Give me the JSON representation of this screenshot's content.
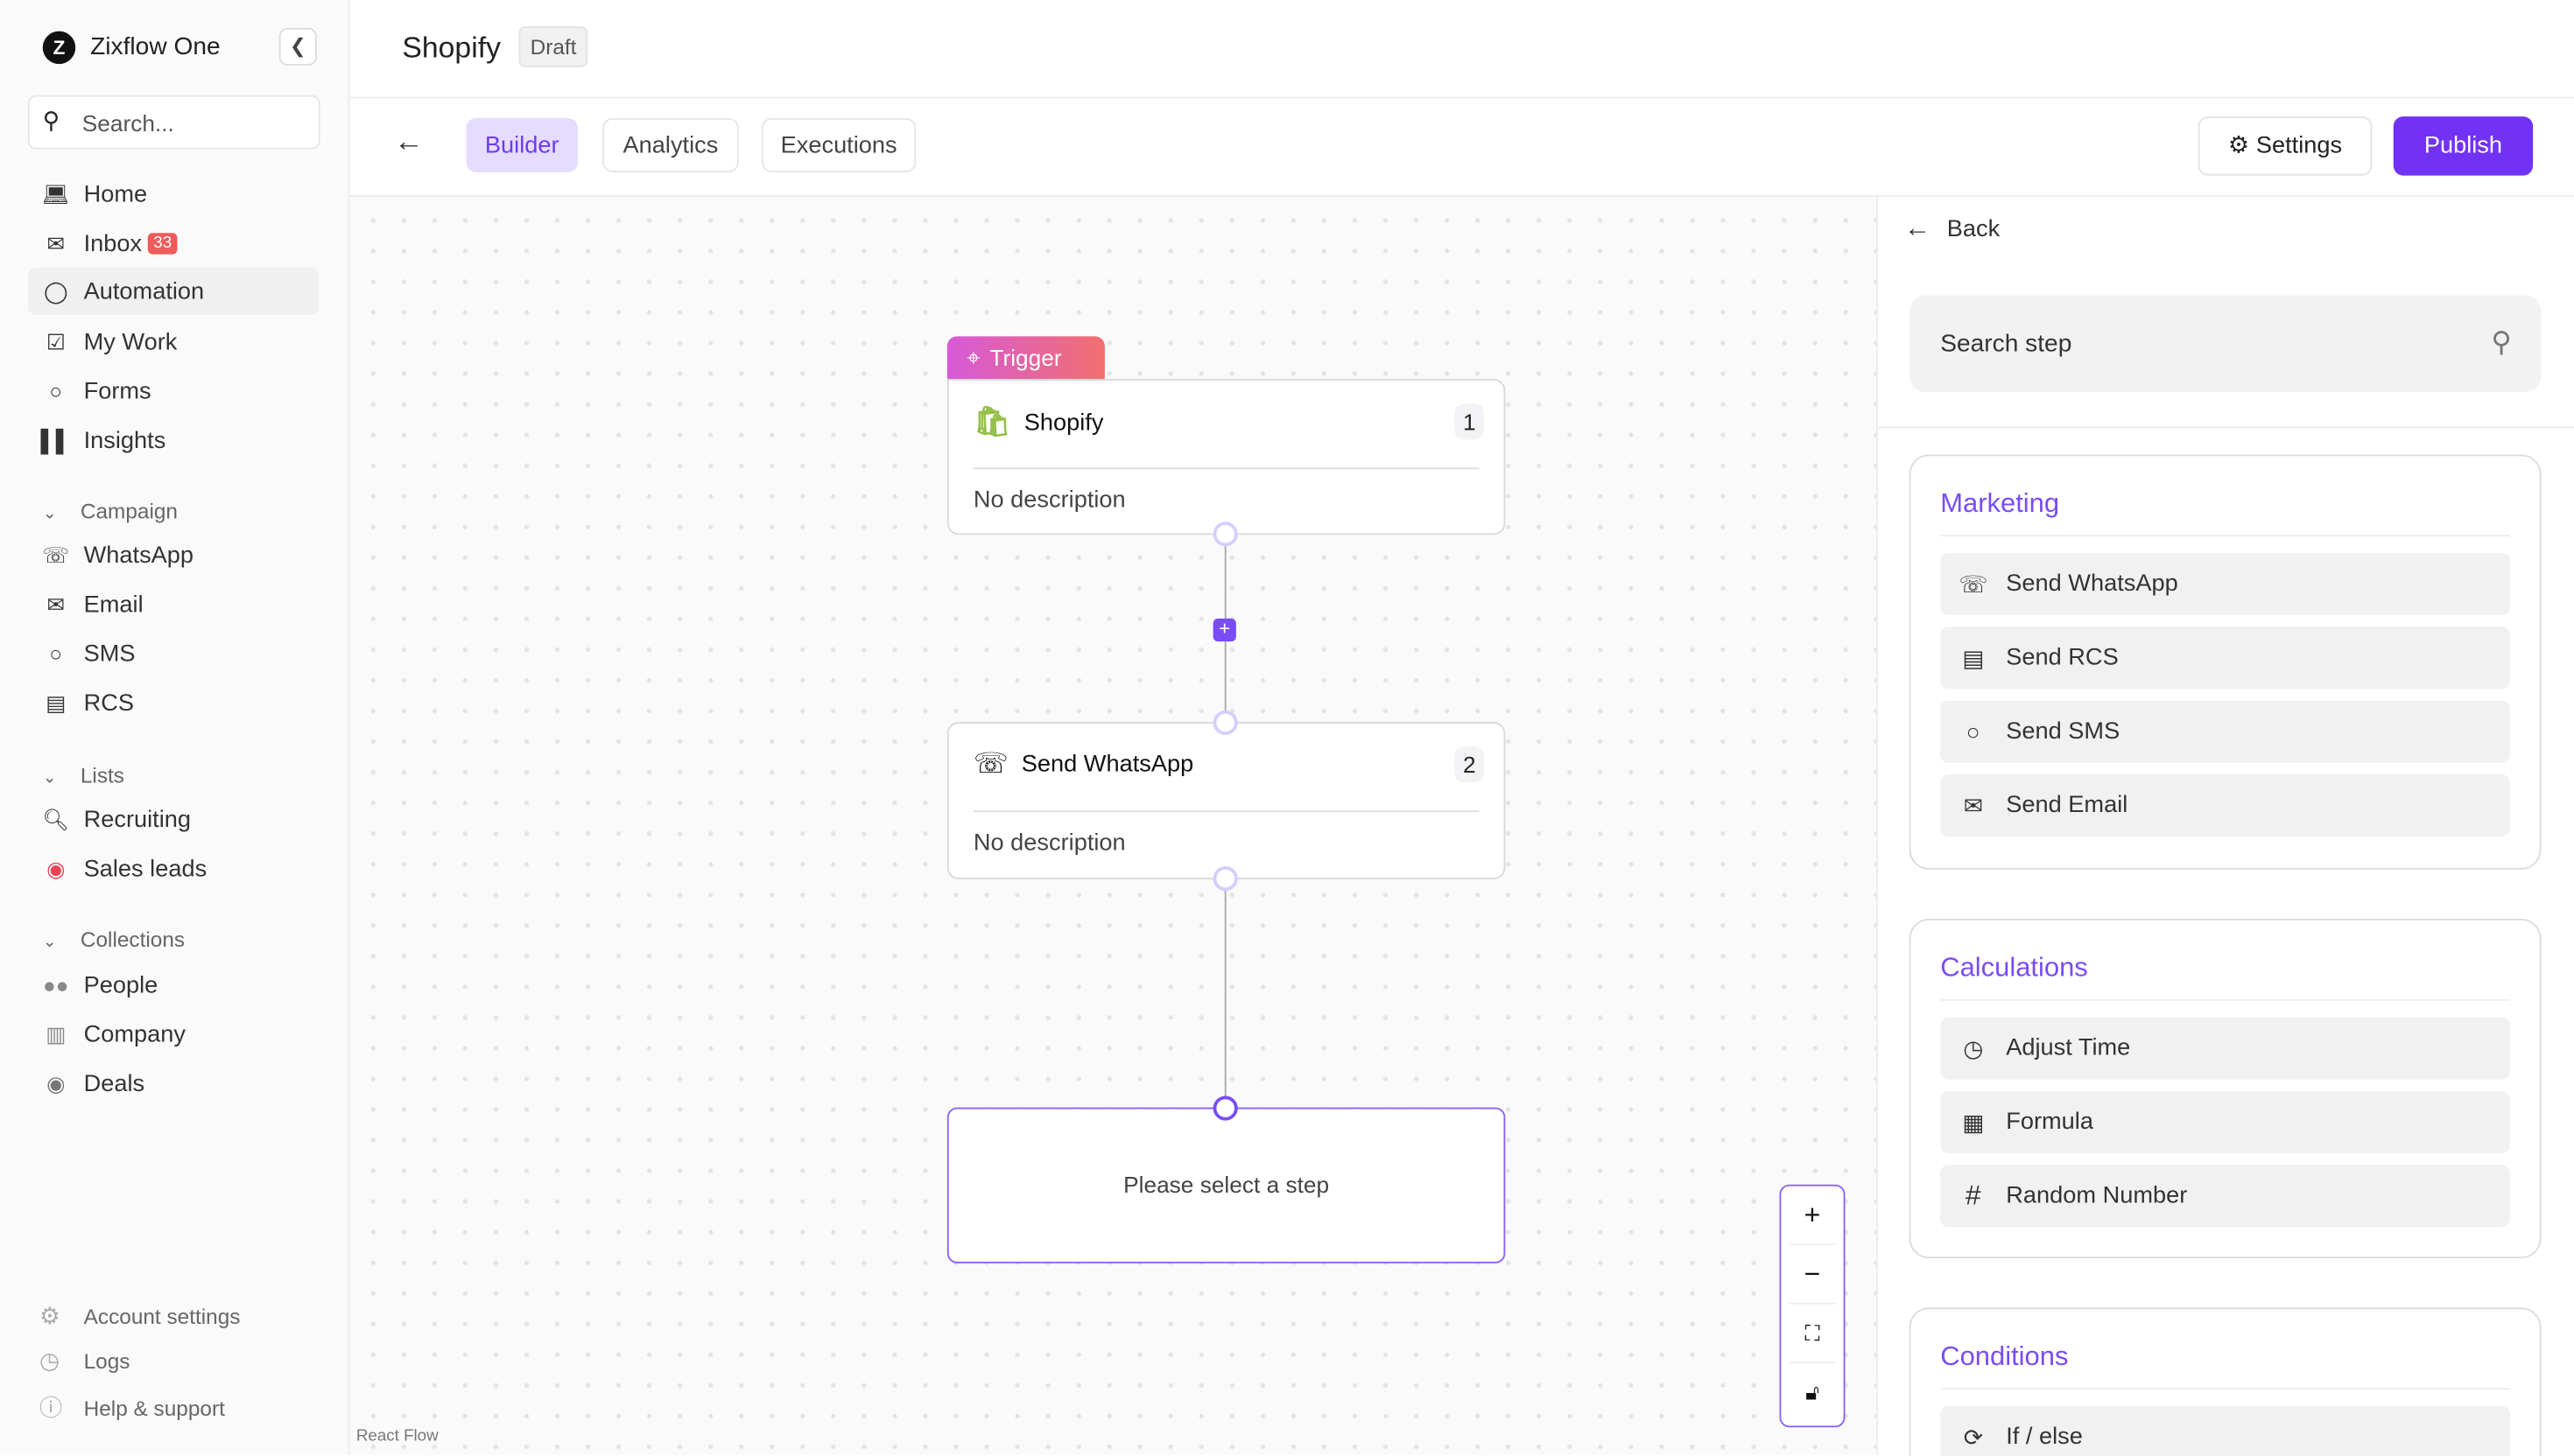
{
  "app": {
    "name": "Zixflow One",
    "logo_letter": "Z"
  },
  "sidebar": {
    "search_placeholder": "Search...",
    "main": [
      {
        "label": "Home",
        "icon": "laptop-icon"
      },
      {
        "label": "Inbox",
        "icon": "inbox-icon",
        "badge": "33"
      },
      {
        "label": "Automation",
        "icon": "bulb-icon",
        "active": true
      },
      {
        "label": "My Work",
        "icon": "checkbox-icon"
      },
      {
        "label": "Forms",
        "icon": "chat-icon"
      },
      {
        "label": "Insights",
        "icon": "bar-chart-icon"
      }
    ],
    "campaign": {
      "label": "Campaign",
      "items": [
        {
          "label": "WhatsApp"
        },
        {
          "label": "Email"
        },
        {
          "label": "SMS"
        },
        {
          "label": "RCS"
        }
      ]
    },
    "lists": {
      "label": "Lists",
      "items": [
        {
          "label": "Recruiting"
        },
        {
          "label": "Sales leads"
        }
      ]
    },
    "collections": {
      "label": "Collections",
      "items": [
        {
          "label": "People"
        },
        {
          "label": "Company"
        },
        {
          "label": "Deals"
        }
      ]
    },
    "footer": [
      {
        "label": "Account settings"
      },
      {
        "label": "Logs"
      },
      {
        "label": "Help & support"
      }
    ]
  },
  "header": {
    "title": "Shopify",
    "status": "Draft"
  },
  "toolbar": {
    "tabs": [
      {
        "label": "Builder",
        "active": true
      },
      {
        "label": "Analytics"
      },
      {
        "label": "Executions"
      }
    ],
    "settings": "Settings",
    "publish": "Publish"
  },
  "canvas": {
    "trigger_label": "Trigger",
    "nodes": [
      {
        "title": "Shopify",
        "number": "1",
        "description": "No description"
      },
      {
        "title": "Send WhatsApp",
        "number": "2",
        "description": "No description"
      }
    ],
    "placeholder": "Please select a step",
    "attribution": "React Flow"
  },
  "panel": {
    "back": "Back",
    "search_placeholder": "Search step",
    "groups": [
      {
        "title": "Marketing",
        "items": [
          {
            "label": "Send WhatsApp"
          },
          {
            "label": "Send RCS"
          },
          {
            "label": "Send SMS"
          },
          {
            "label": "Send Email"
          }
        ]
      },
      {
        "title": "Calculations",
        "items": [
          {
            "label": "Adjust Time"
          },
          {
            "label": "Formula"
          },
          {
            "label": "Random Number"
          }
        ]
      },
      {
        "title": "Conditions",
        "items": [
          {
            "label": "If / else"
          }
        ]
      }
    ]
  },
  "colors": {
    "accent": "#7132f5",
    "badge": "#ef5b5b",
    "shopify": "#95bf47"
  }
}
